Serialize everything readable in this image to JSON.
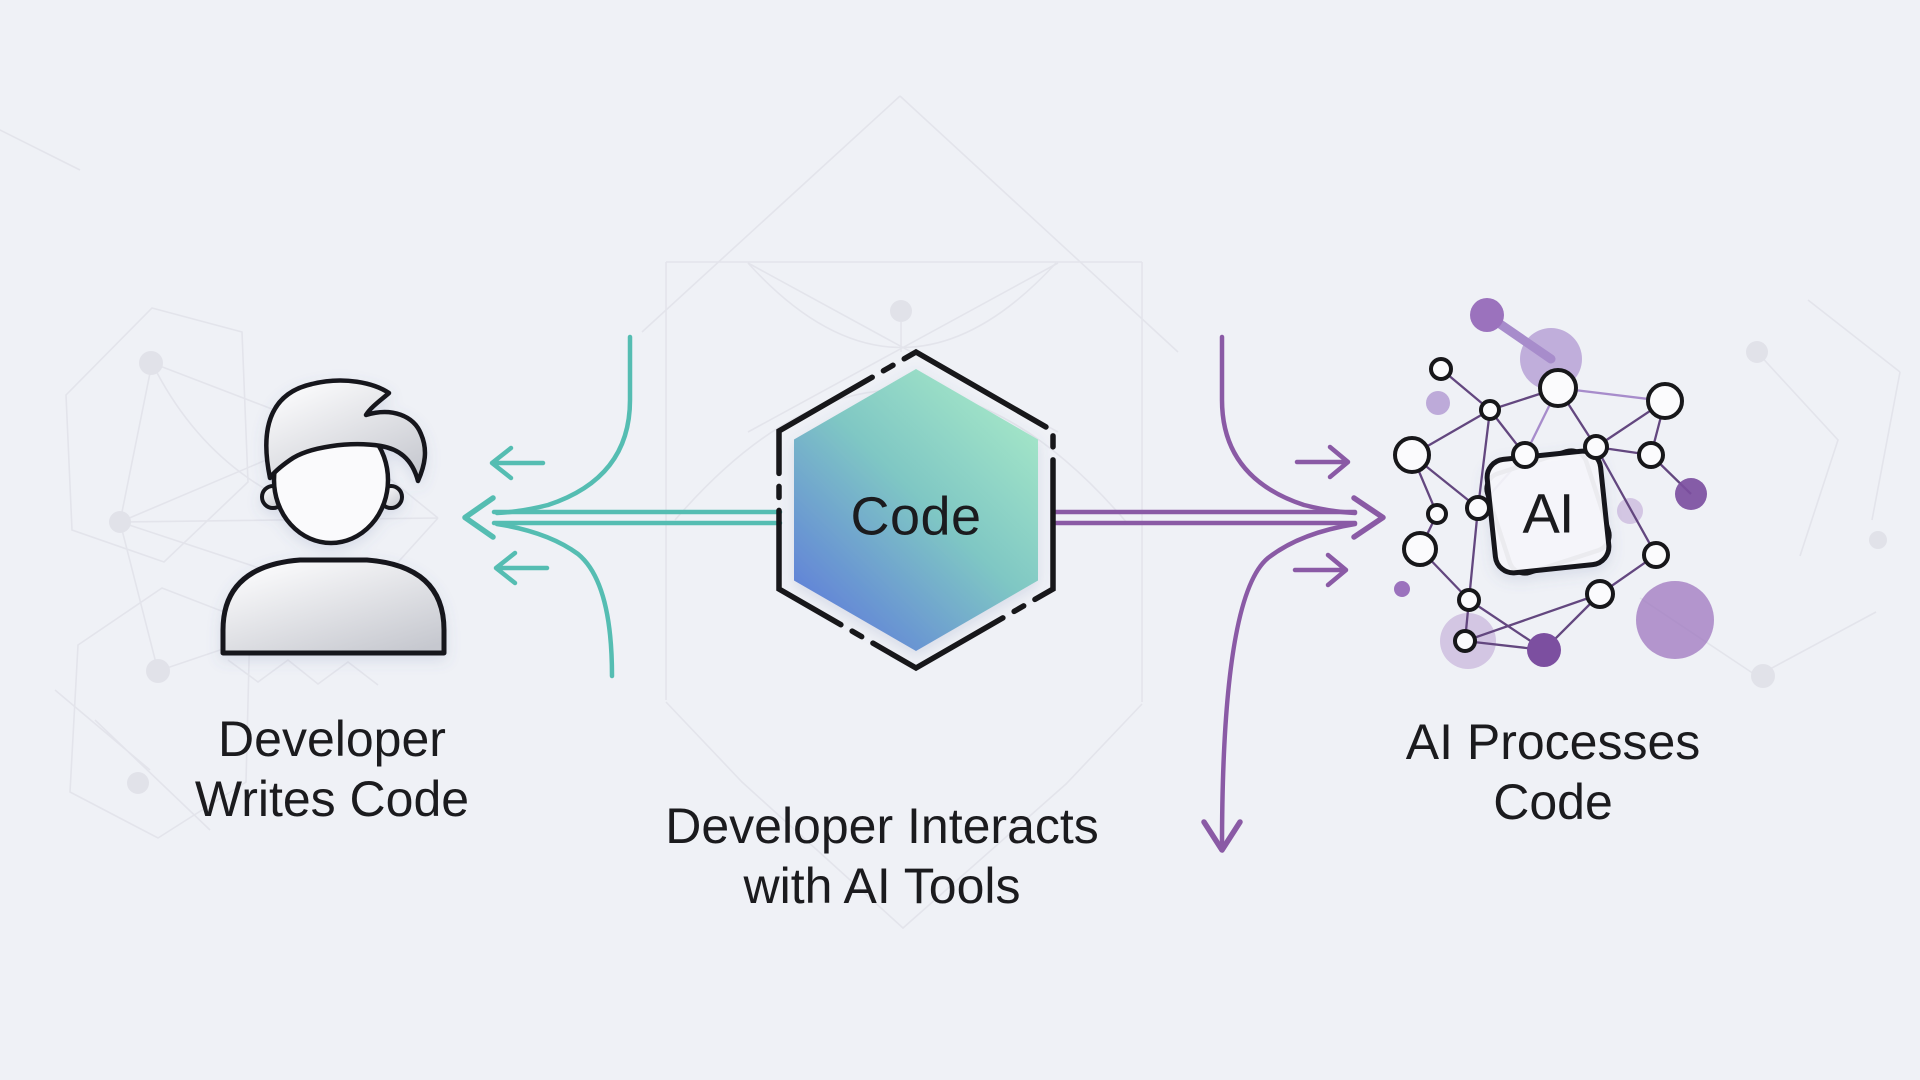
{
  "background": {
    "color": "#EFF1F6"
  },
  "colors": {
    "bg": "#EFF1F6",
    "text": "#1B1B1E",
    "outline": "#17171A",
    "teal": "#55BDB2",
    "purple": "#8A5AA5",
    "edge": "#63477F",
    "edge_light": "#A78CCB",
    "node_fill": "#FBFBFD",
    "np_dark": "#7C4FA0",
    "np_mid": "#9B72BD",
    "np_light": "#B49ED4",
    "np_pale": "#C7B4DC",
    "hex_grad_1": "#A5E7C8",
    "hex_grad_2": "#7FC7C4",
    "hex_grad_3": "#5E7BDA",
    "gray_grad_1": "#FDFDFE",
    "gray_grad_2": "#C6C8CF",
    "faint": "#E3E4EB",
    "faint_dot": "#E1E2E9"
  },
  "developer": {
    "caption_line1": "Developer",
    "caption_line2": "Writes Code"
  },
  "code_node": {
    "label": "Code"
  },
  "interaction_caption": {
    "line1": "Developer Interacts",
    "line2": "with AI Tools"
  },
  "ai_node": {
    "label": "AI",
    "caption_line1": "AI Processes",
    "caption_line2": "Code"
  },
  "flows": {
    "code_to_developer": {
      "color": "#55BDB2",
      "direction": "left"
    },
    "code_to_ai": {
      "color": "#8A5AA5",
      "direction": "right"
    }
  }
}
